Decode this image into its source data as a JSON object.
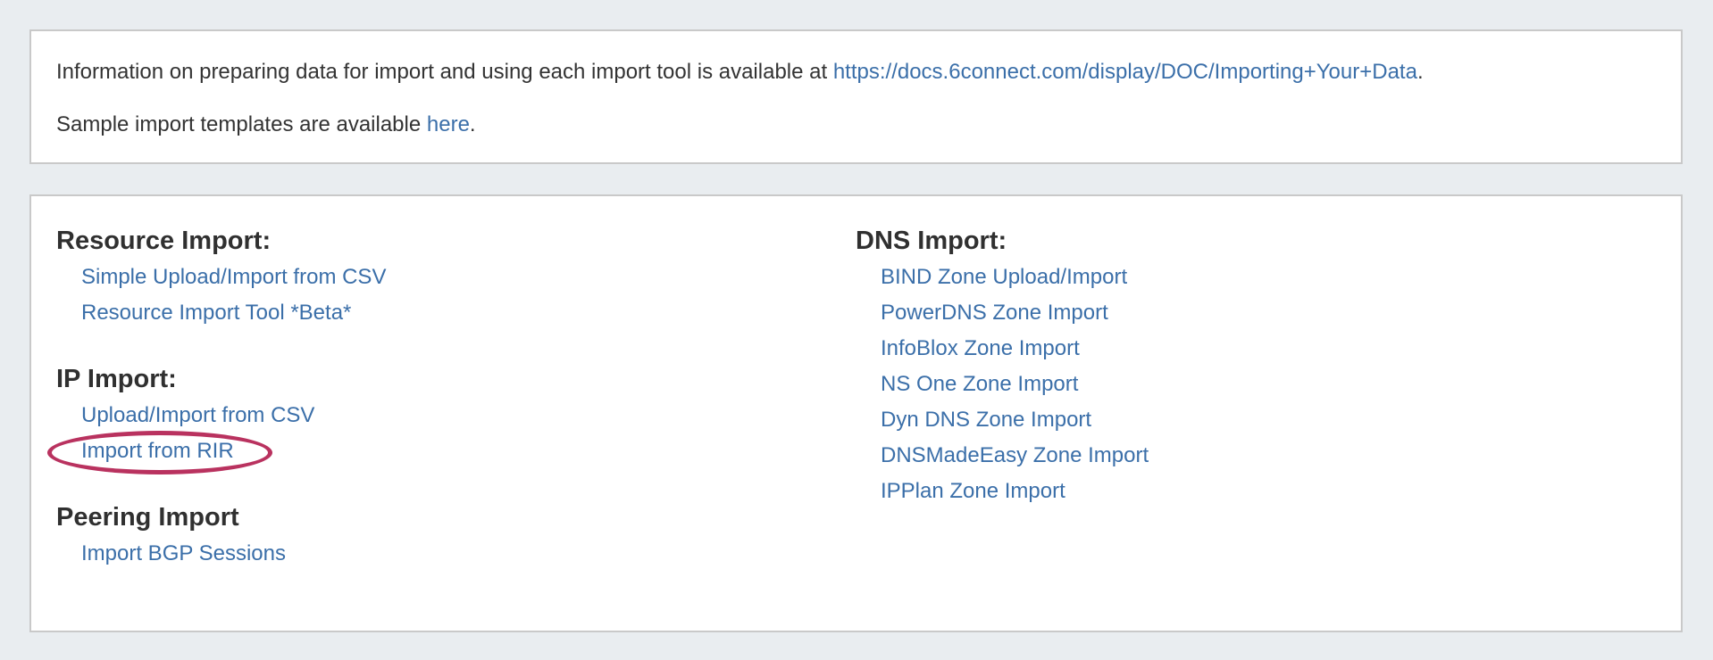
{
  "colors": {
    "page_background": "#e9edf0",
    "panel_background": "#ffffff",
    "panel_border": "#c9c9c9",
    "link": "#3b6fa9",
    "heading": "#303030",
    "body_text": "#333333",
    "annotation": "#b9325f"
  },
  "info_panel": {
    "line1": {
      "prefix": "Information on preparing data for import and using each import tool is available at ",
      "link": "https://docs.6connect.com/display/DOC/Importing+Your+Data",
      "suffix": "."
    },
    "line2": {
      "prefix": "Sample import templates are available ",
      "link": "here",
      "suffix": "."
    }
  },
  "import_panel": {
    "left_sections": [
      {
        "title": "Resource Import:",
        "links": [
          "Simple Upload/Import from CSV",
          "Resource Import Tool *Beta*"
        ]
      },
      {
        "title": "IP Import:",
        "links": [
          "Upload/Import from CSV",
          "Import from RIR"
        ]
      },
      {
        "title": "Peering Import",
        "links": [
          "Import BGP Sessions"
        ]
      }
    ],
    "right_sections": [
      {
        "title": "DNS Import:",
        "links": [
          "BIND Zone Upload/Import",
          "PowerDNS Zone Import",
          "InfoBlox Zone Import",
          "NS One Zone Import",
          "Dyn DNS Zone Import",
          "DNSMadeEasy Zone Import",
          "IPPlan Zone Import"
        ]
      }
    ],
    "annotation": {
      "shape": "ellipse",
      "color": "#b9325f",
      "target_link": "Import from RIR"
    }
  }
}
